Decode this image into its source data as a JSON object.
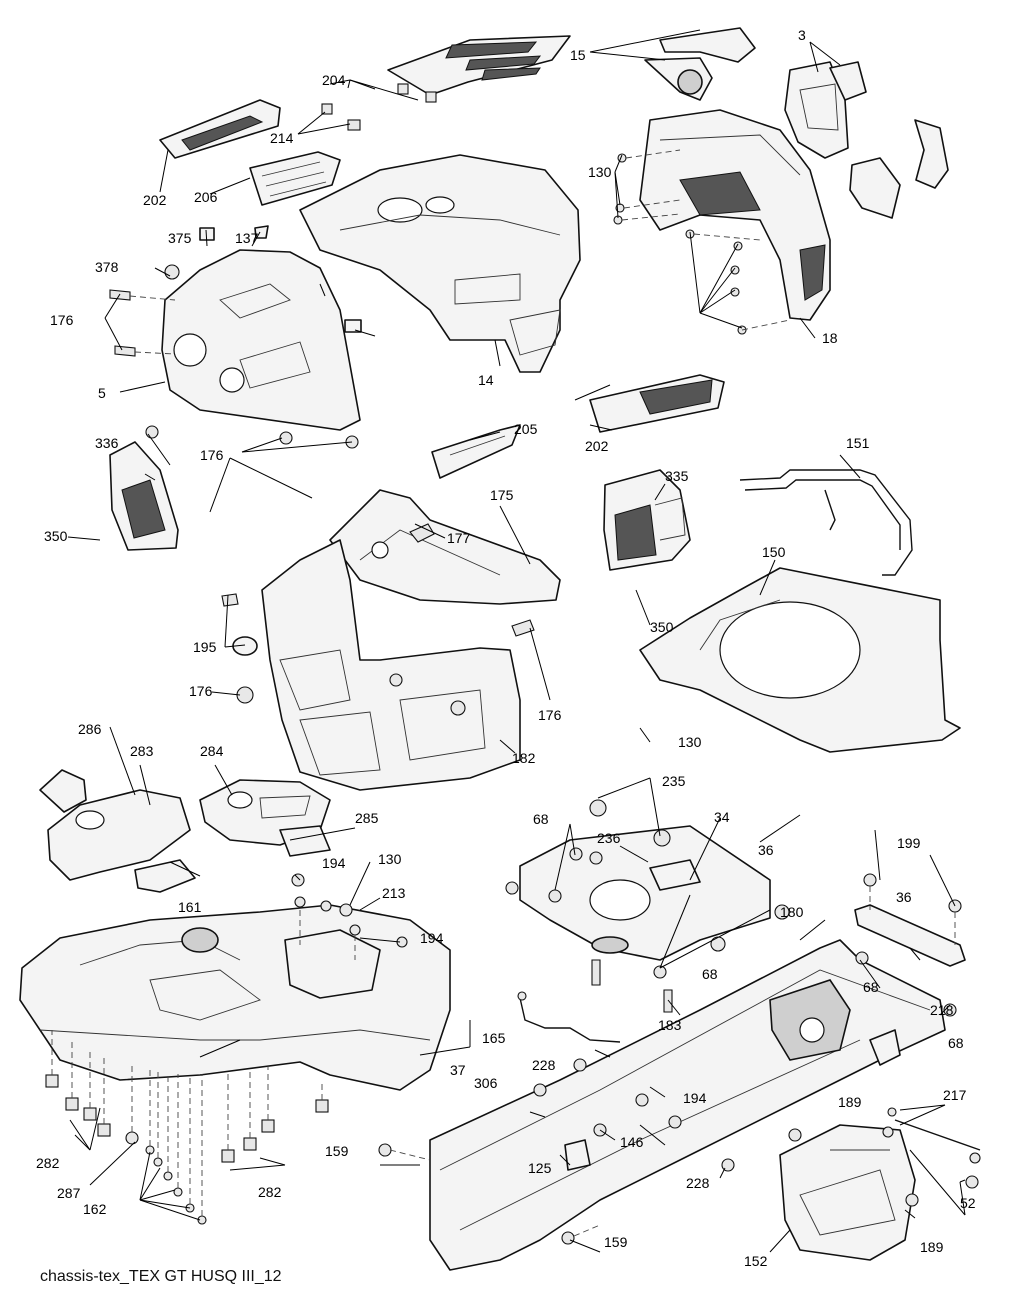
{
  "caption": "chassis-tex_TEX GT HUSQ III_12",
  "callouts": [
    "204",
    "15",
    "3",
    "214",
    "202",
    "206",
    "130",
    "375",
    "137",
    "378",
    "176",
    "5",
    "14",
    "18",
    "202",
    "205",
    "336",
    "176",
    "151",
    "335",
    "350",
    "175",
    "177",
    "150",
    "195",
    "176",
    "350",
    "176",
    "130",
    "182",
    "286",
    "283",
    "284",
    "285",
    "235",
    "34",
    "68",
    "236",
    "36",
    "194",
    "130",
    "199",
    "213",
    "36",
    "161",
    "194",
    "180",
    "218",
    "68",
    "183",
    "68",
    "165",
    "68",
    "37",
    "228",
    "306",
    "194",
    "189",
    "217",
    "146",
    "282",
    "125",
    "287",
    "228",
    "159",
    "282",
    "52",
    "162",
    "159",
    "189",
    "152"
  ],
  "leaders": [
    [
      350,
      80,
      330,
      84
    ],
    [
      350,
      80,
      348,
      88
    ],
    [
      350,
      80,
      375,
      89
    ],
    [
      350,
      80,
      418,
      100
    ],
    [
      590,
      52,
      700,
      30
    ],
    [
      590,
      52,
      665,
      60
    ],
    [
      810,
      42,
      840,
      65
    ],
    [
      810,
      42,
      818,
      72
    ],
    [
      298,
      134,
      325,
      112
    ],
    [
      298,
      134,
      350,
      124
    ],
    [
      160,
      192,
      168,
      150
    ],
    [
      210,
      194,
      250,
      178
    ],
    [
      615,
      172,
      622,
      155
    ],
    [
      615,
      172,
      620,
      205
    ],
    [
      615,
      172,
      618,
      218
    ],
    [
      700,
      313,
      690,
      232
    ],
    [
      700,
      313,
      738,
      244
    ],
    [
      700,
      313,
      735,
      268
    ],
    [
      700,
      313,
      735,
      290
    ],
    [
      700,
      313,
      742,
      328
    ],
    [
      207,
      246,
      206,
      230
    ],
    [
      252,
      246,
      260,
      232
    ],
    [
      320,
      284,
      325,
      296
    ],
    [
      375,
      336,
      355,
      330
    ],
    [
      105,
      318,
      120,
      294
    ],
    [
      105,
      318,
      122,
      350
    ],
    [
      155,
      268,
      170,
      276
    ],
    [
      120,
      392,
      165,
      382
    ],
    [
      500,
      366,
      495,
      340
    ],
    [
      815,
      338,
      800,
      318
    ],
    [
      575,
      400,
      610,
      385
    ],
    [
      500,
      432,
      470,
      440
    ],
    [
      612,
      430,
      590,
      425
    ],
    [
      145,
      474,
      155,
      480
    ],
    [
      170,
      465,
      148,
      434
    ],
    [
      242,
      452,
      282,
      438
    ],
    [
      242,
      452,
      352,
      442
    ],
    [
      230,
      458,
      210,
      512
    ],
    [
      230,
      458,
      312,
      498
    ],
    [
      840,
      455,
      860,
      478
    ],
    [
      665,
      484,
      655,
      500
    ],
    [
      68,
      537,
      100,
      540
    ],
    [
      500,
      506,
      530,
      564
    ],
    [
      445,
      538,
      415,
      524
    ],
    [
      775,
      560,
      760,
      595
    ],
    [
      225,
      647,
      245,
      645
    ],
    [
      225,
      647,
      228,
      595
    ],
    [
      212,
      692,
      240,
      695
    ],
    [
      650,
      625,
      636,
      590
    ],
    [
      550,
      700,
      530,
      628
    ],
    [
      650,
      742,
      640,
      728
    ],
    [
      515,
      753,
      500,
      740
    ],
    [
      110,
      727,
      135,
      795
    ],
    [
      140,
      765,
      150,
      805
    ],
    [
      215,
      765,
      232,
      795
    ],
    [
      355,
      828,
      290,
      840
    ],
    [
      650,
      778,
      598,
      798
    ],
    [
      650,
      778,
      660,
      836
    ],
    [
      720,
      818,
      690,
      880
    ],
    [
      570,
      824,
      575,
      855
    ],
    [
      570,
      824,
      555,
      890
    ],
    [
      620,
      846,
      648,
      862
    ],
    [
      370,
      862,
      350,
      905
    ],
    [
      295,
      875,
      300,
      880
    ],
    [
      760,
      842,
      800,
      815
    ],
    [
      930,
      855,
      955,
      906
    ],
    [
      380,
      898,
      360,
      910
    ],
    [
      875,
      830,
      880,
      880
    ],
    [
      200,
      876,
      170,
      862
    ],
    [
      360,
      938,
      400,
      942
    ],
    [
      660,
      968,
      690,
      895
    ],
    [
      660,
      968,
      770,
      910
    ],
    [
      910,
      948,
      920,
      960
    ],
    [
      825,
      920,
      800,
      940
    ],
    [
      680,
      1015,
      668,
      1000
    ],
    [
      880,
      988,
      860,
      960
    ],
    [
      940,
      1015,
      950,
      1005
    ],
    [
      470,
      1047,
      470,
      1020
    ],
    [
      470,
      1047,
      420,
      1055
    ],
    [
      610,
      1057,
      595,
      1050
    ],
    [
      200,
      1057,
      240,
      1040
    ],
    [
      665,
      1097,
      650,
      1087
    ],
    [
      545,
      1117,
      530,
      1112
    ],
    [
      615,
      1140,
      600,
      1130
    ],
    [
      945,
      1105,
      900,
      1125
    ],
    [
      945,
      1105,
      900,
      1110
    ],
    [
      90,
      1150,
      70,
      1120
    ],
    [
      90,
      1150,
      75,
      1135
    ],
    [
      90,
      1150,
      100,
      1108
    ],
    [
      570,
      1165,
      560,
      1155
    ],
    [
      90,
      1185,
      135,
      1142
    ],
    [
      665,
      1145,
      640,
      1125
    ],
    [
      720,
      1178,
      725,
      1168
    ],
    [
      380,
      1165,
      420,
      1165
    ],
    [
      285,
      1165,
      230,
      1170
    ],
    [
      285,
      1165,
      260,
      1158
    ],
    [
      965,
      1215,
      960,
      1182
    ],
    [
      965,
      1215,
      910,
      1150
    ],
    [
      140,
      1200,
      150,
      1152
    ],
    [
      140,
      1200,
      160,
      1168
    ],
    [
      140,
      1200,
      175,
      1190
    ],
    [
      140,
      1200,
      190,
      1208
    ],
    [
      140,
      1200,
      200,
      1220
    ],
    [
      600,
      1252,
      570,
      1240
    ],
    [
      960,
      1182,
      965,
      1180
    ],
    [
      915,
      1218,
      905,
      1210
    ],
    [
      770,
      1252,
      790,
      1230
    ]
  ]
}
